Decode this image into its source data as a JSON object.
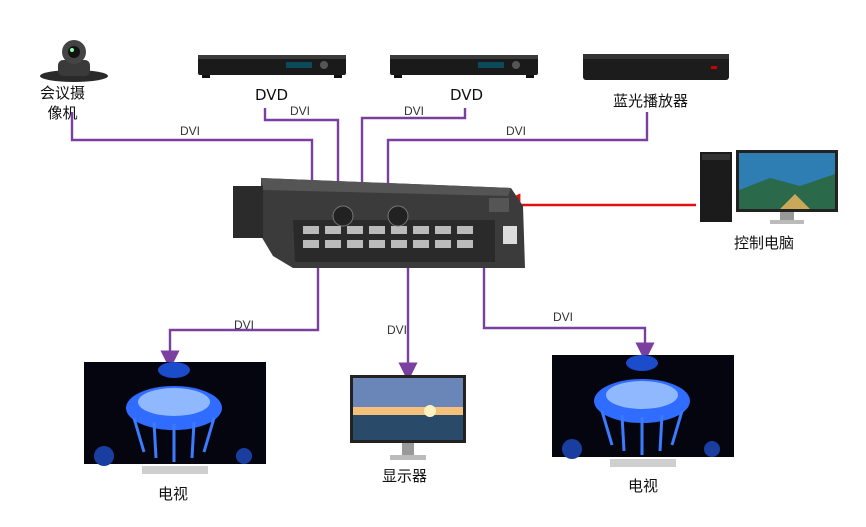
{
  "devices": {
    "camera_label": "会议摄\n像机",
    "dvd1_label": "DVD",
    "dvd2_label": "DVD",
    "bluray_label": "蓝光播放器",
    "pc_label": "控制电脑",
    "tv_left_label": "电视",
    "monitor_label": "显示器",
    "tv_right_label": "电视"
  },
  "connections": {
    "camera_dvi": "DVI",
    "dvd1_dvi": "DVI",
    "dvd2_dvi": "DVI",
    "bluray_dvi": "DVI",
    "out_left_dvi": "DVI",
    "out_center_dvi": "DVI",
    "out_right_dvi": "DVI"
  },
  "colors": {
    "dvi_line": "#7b3fa0",
    "control_line": "#e01010"
  }
}
